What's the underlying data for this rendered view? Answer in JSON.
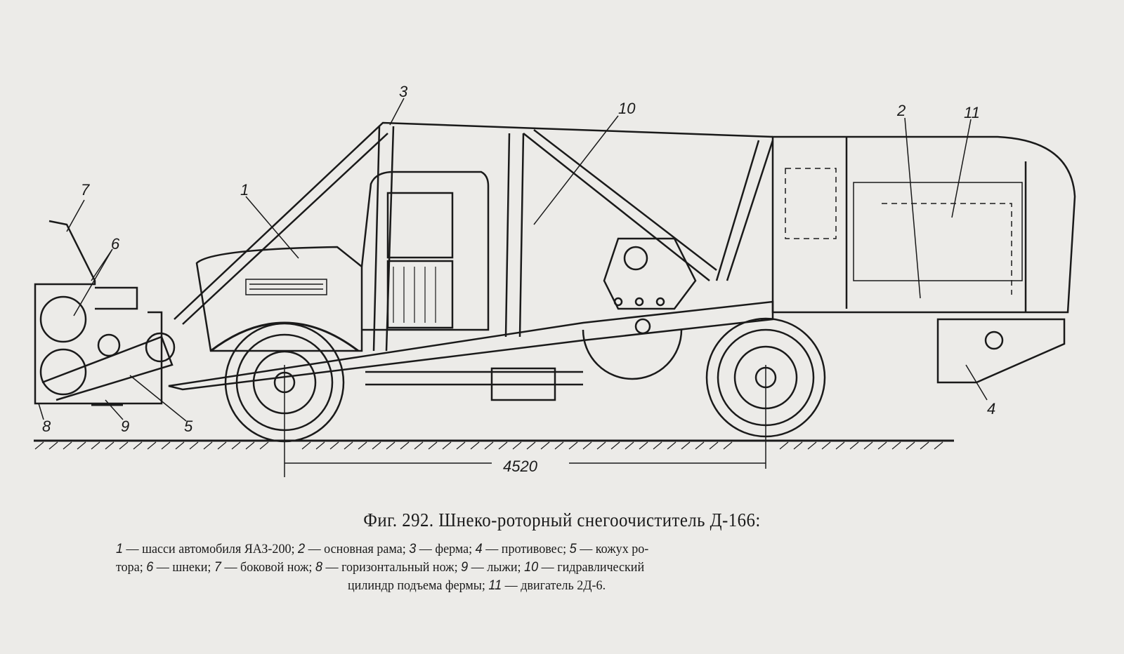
{
  "figure": {
    "callouts": {
      "c1": "1",
      "c2": "2",
      "c3": "3",
      "c4": "4",
      "c5": "5",
      "c6": "6",
      "c7": "7",
      "c8": "8",
      "c9": "9",
      "c10": "10",
      "c11": "11"
    },
    "dimension": "4520"
  },
  "caption": {
    "title": "Фиг. 292. Шнеко-роторный снегоочиститель Д-166:",
    "lines": [
      [
        {
          "num": "1",
          "text": " — шасси автомобиля ЯАЗ-200;  "
        },
        {
          "num": "2",
          "text": " — основная рама;  "
        },
        {
          "num": "3",
          "text": " — ферма;  "
        },
        {
          "num": "4",
          "text": " — противовес;  "
        },
        {
          "num": "5",
          "text": " — кожух ро-"
        }
      ],
      [
        {
          "num": "",
          "text": "тора;  "
        },
        {
          "num": "6",
          "text": " — шнеки;  "
        },
        {
          "num": "7",
          "text": " — боковой нож;  "
        },
        {
          "num": "8",
          "text": " — горизонтальный нож;  "
        },
        {
          "num": "9",
          "text": " — лыжи;  "
        },
        {
          "num": "10",
          "text": " — гидравлический"
        }
      ],
      [
        {
          "num": "",
          "text": "цилиндр подъема фермы;  "
        },
        {
          "num": "11",
          "text": " — двигатель 2Д-6."
        }
      ]
    ]
  }
}
